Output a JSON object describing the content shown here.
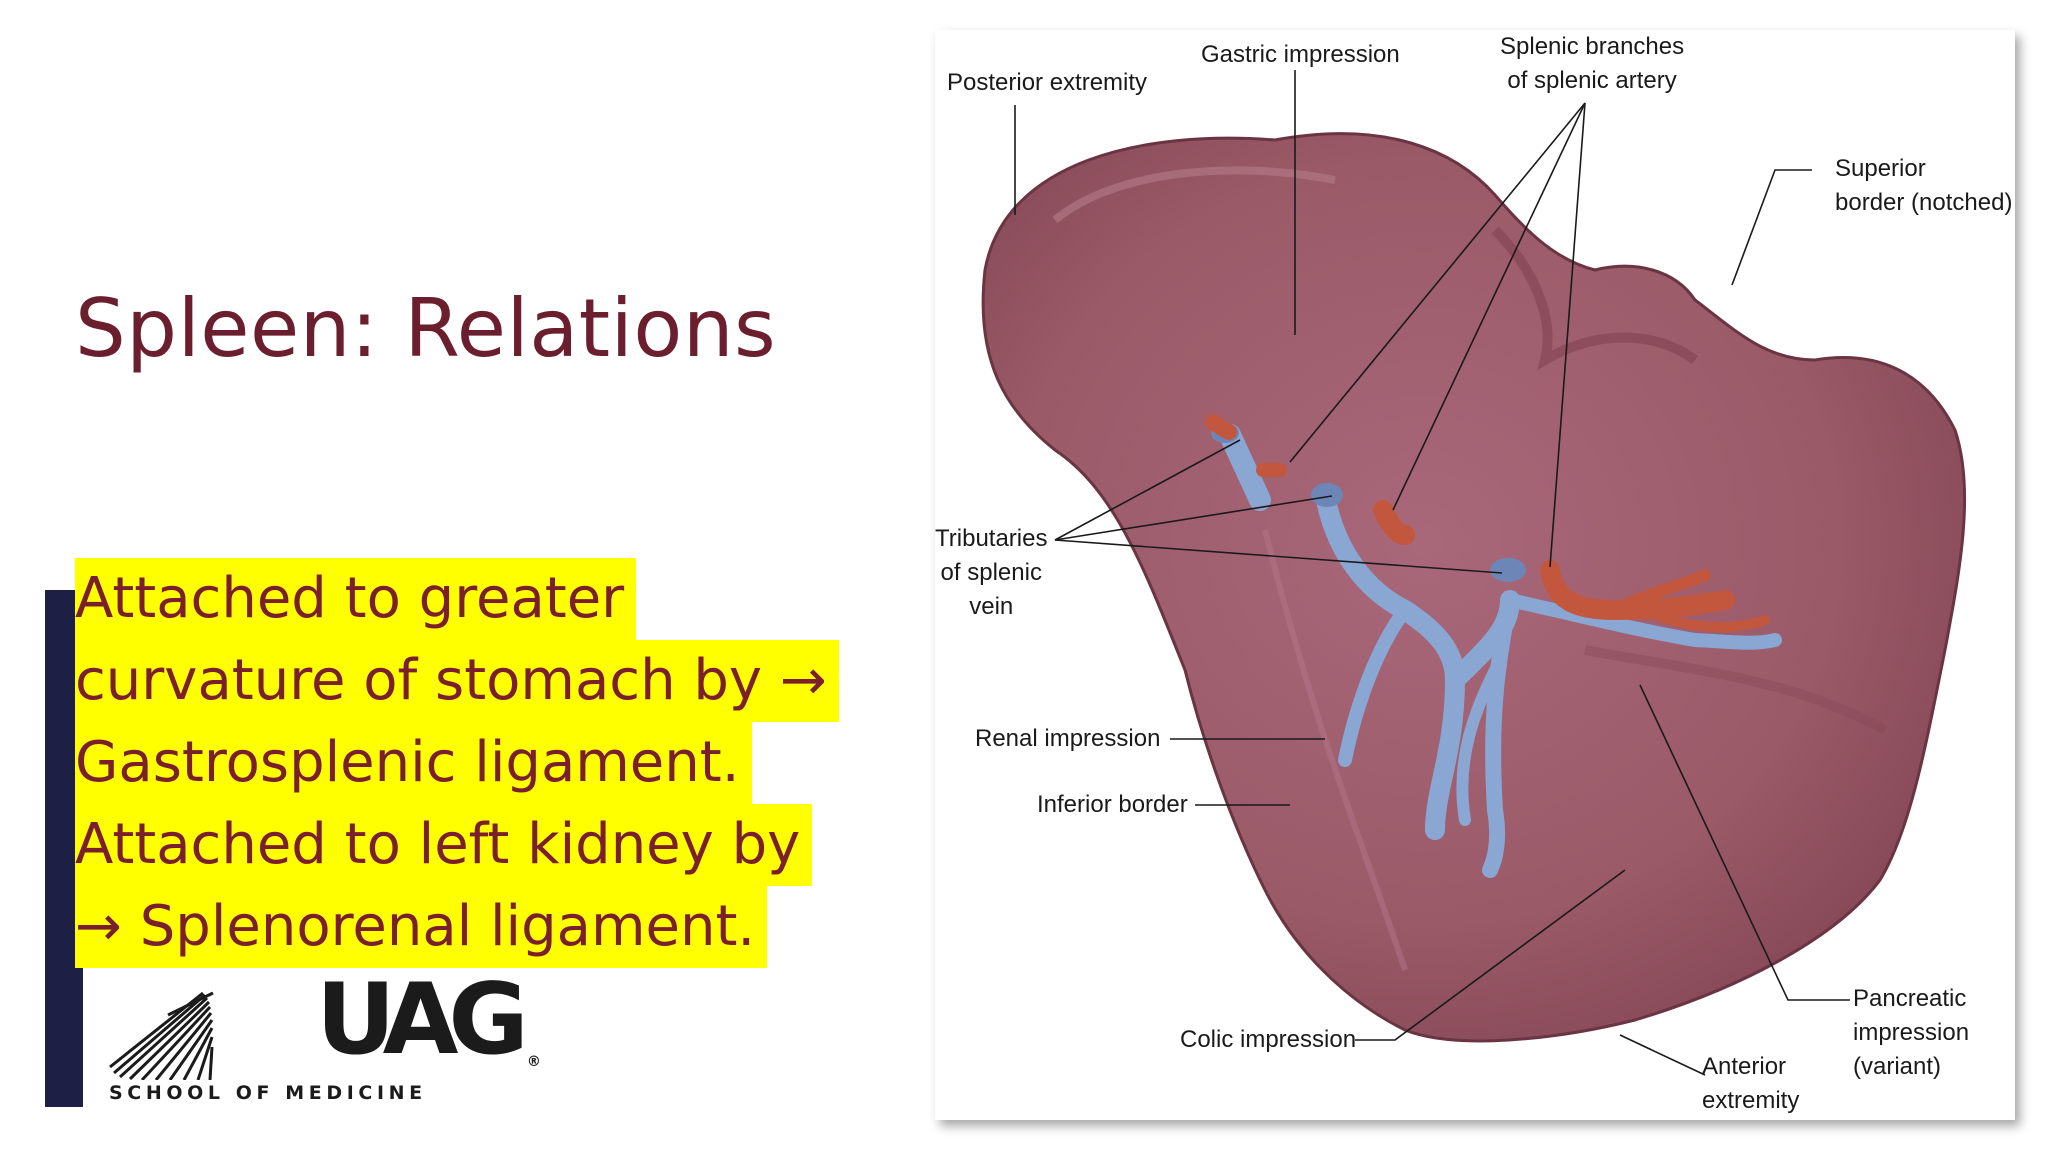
{
  "title": "Spleen: Relations",
  "bullet_lines": [
    "Attached to greater",
    "curvature of stomach by →",
    "Gastrosplenic ligament.",
    "Attached to left kidney by",
    "→ Splenorenal ligament."
  ],
  "logo": {
    "name": "UAG",
    "subtitle": "SCHOOL OF MEDICINE",
    "registered": "®"
  },
  "figure": {
    "labels": {
      "posterior_extremity": "Posterior extremity",
      "gastric_impression": "Gastric impression",
      "splenic_branches": "Splenic branches\nof splenic artery",
      "superior_border": "Superior\nborder (notched)",
      "tributaries": "Tributaries\nof splenic\nvein",
      "renal_impression": "Renal impression",
      "inferior_border": "Inferior border",
      "colic_impression": "Colic impression",
      "anterior_extremity": "Anterior\nextremity",
      "pancreatic_impression": "Pancreatic\nimpression\n(variant)"
    }
  },
  "colors": {
    "title": "#6b1f2e",
    "highlight": "#ffff00",
    "bullet_text": "#7a1f2b",
    "accent_bar": "#1e1f45",
    "spleen": "#9a5a68",
    "vein": "#8aa6d2",
    "artery": "#c2573d"
  }
}
